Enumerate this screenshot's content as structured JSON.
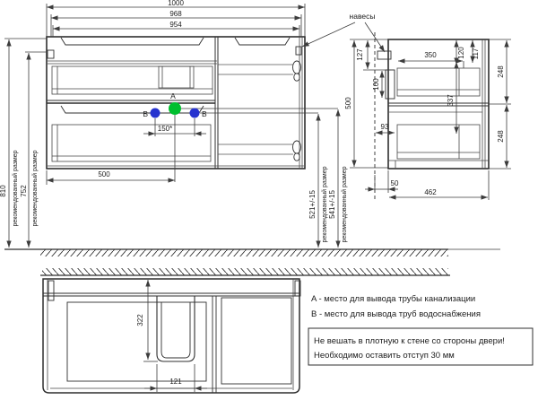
{
  "front_view": {
    "dims": {
      "d1000": "1000",
      "d968": "968",
      "d954": "954",
      "d810": "810",
      "d752": "752",
      "d500": "500",
      "d150": "150*"
    }
  },
  "middle_dims": {
    "d521": "521+/-15",
    "d541": "541+/-15",
    "d500": "500"
  },
  "side_view": {
    "dims": {
      "d127": "127",
      "d350": "350",
      "d120": "120",
      "d117": "117",
      "d248_top": "248",
      "d100": "100",
      "d337": "337",
      "d93": "93",
      "d248_bottom": "248",
      "d50": "50",
      "d462": "462"
    }
  },
  "bottom_view": {
    "dims": {
      "d322": "322",
      "d121": "121"
    }
  },
  "labels": {
    "hangers": "навесы",
    "recommended": "рекомендованный размер",
    "marker_a": "A",
    "marker_b": "B"
  },
  "notes": {
    "note_a": "A - место для вывода трубы канализации",
    "note_b": "B - место для вывода труб водоснабжения",
    "warning_line1": "Не вешать в плотную к стене со стороны двери!",
    "warning_line2": "Необходимо оставить отступ 30 мм"
  },
  "colors": {
    "line": "#2f2f2f",
    "dim": "#3c3c3c",
    "marker_a": "#00bf2e",
    "marker_b": "#2633cf",
    "floor": "#8a8a8a",
    "background": "#ffffff"
  }
}
